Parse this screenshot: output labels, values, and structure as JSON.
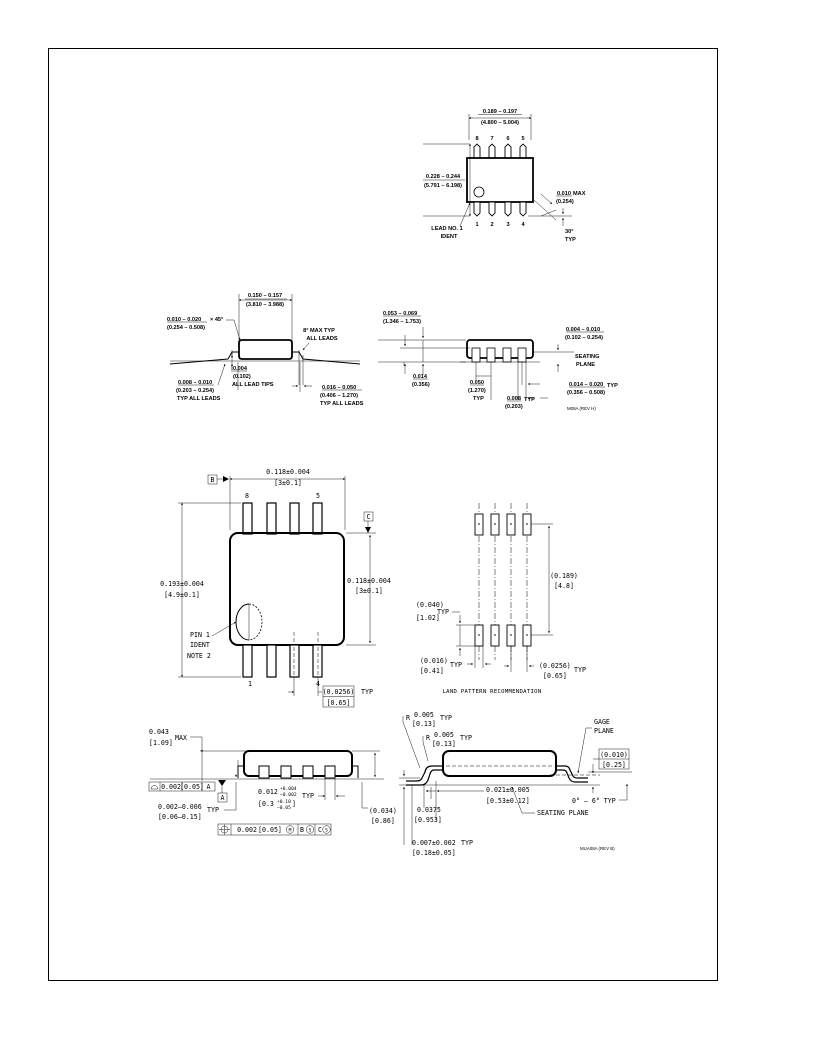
{
  "m08a": {
    "top": {
      "length": "0.189 – 0.197",
      "length_mm": "(4.800 – 5.004)",
      "width": "0.228 – 0.244",
      "width_mm": "(5.791 – 6.198)",
      "max_flash": "0.010",
      "max_word": "MAX",
      "max_flash_mm": "(0.254)",
      "lead_ident_1": "LEAD NO. 1",
      "lead_ident_2": "IDENT",
      "angle": "30°",
      "angle_typ": "TYP",
      "pins_top": [
        "8",
        "7",
        "6",
        "5"
      ],
      "pins_bottom": [
        "1",
        "2",
        "3",
        "4"
      ]
    },
    "side": {
      "chamfer": "0.010 – 0.020",
      "chamfer_x": "× 45°",
      "chamfer_mm": "(0.254 – 0.508)",
      "body": "0.150 – 0.157",
      "body_mm": "(3.810 – 3.988)",
      "angle_1": "8° MAX TYP",
      "angle_2": "ALL LEADS",
      "coplan": "0.004",
      "coplan_mm": "(0.102)",
      "coplan_note": "ALL LEAD TIPS",
      "lead_thk": "0.008 – 0.010",
      "lead_thk_mm": "(0.203 – 0.254)",
      "lead_thk_note": "TYP ALL LEADS",
      "foot": "0.016 – 0.050",
      "foot_mm": "(0.406 – 1.270)",
      "foot_note": "TYP ALL LEADS"
    },
    "front": {
      "height": "0.053 – 0.069",
      "height_mm": "(1.346 – 1.753)",
      "standoff": "0.004 – 0.010",
      "standoff_mm": "(0.102 – 0.254)",
      "seating_1": "SEATING",
      "seating_2": "PLANE",
      "shoulder": "0.014",
      "shoulder_mm": "(0.356)",
      "pitch": "0.050",
      "pitch_mm": "(1.270)",
      "pitch_typ": "TYP",
      "lead_w": "0.014 – 0.020",
      "lead_w_typ": "TYP",
      "lead_w_mm": "(0.356 – 0.508)",
      "gap": "0.008",
      "gap_typ": "TYP",
      "gap_mm": "(0.203)",
      "rev": "M08A (REV H)"
    }
  },
  "mua08a": {
    "top": {
      "datum_b": "B",
      "datum_c": "C",
      "width": "0.118±0.004",
      "width_mm": "[3±0.1]",
      "overall": "0.193±0.004",
      "overall_mm": "[4.9±0.1]",
      "body": "0.118±0.004",
      "body_mm": "[3±0.1]",
      "pin8": "8",
      "pin5": "5",
      "pin1": "1",
      "pin4": "4",
      "pin1_ident_1": "PIN 1",
      "pin1_ident_2": "IDENT",
      "pin1_ident_3": "NOTE 2",
      "pitch": "(0.0256)",
      "pitch_typ": "TYP",
      "pitch_mm": "[0.65]"
    },
    "land": {
      "span": "(0.189)",
      "span_mm": "[4.8]",
      "pad_len": "(0.040)",
      "pad_len_typ": "TYP",
      "pad_len_mm": "[1.02]",
      "pad_w": "(0.016)",
      "pad_w_typ": "TYP",
      "pad_w_mm": "[0.41]",
      "pitch": "(0.0256)",
      "pitch_typ": "TYP",
      "pitch_mm": "[0.65]",
      "caption": "LAND PATTERN RECOMMENDATION"
    },
    "side": {
      "height": "0.043",
      "height_max": "MAX",
      "height_mm": "[1.09]",
      "fcf_val": "0.002",
      "fcf_mm": "[0.05]",
      "fcf_datum": "A",
      "datum_a": "A",
      "lead_thk": "0.012",
      "lead_thk_tol_plus": "+0.004",
      "lead_thk_tol_minus": "−0.002",
      "lead_thk_typ": "TYP",
      "lead_thk_mm": "[0.3",
      "lead_thk_mm_plus": "+0.10",
      "lead_thk_mm_minus": "−0.05",
      "lead_thk_mm_close": "]",
      "standoff": "0.002–0.006",
      "standoff_typ": "TYP",
      "standoff_mm": "[0.06–0.15]",
      "body_h": "(0.034)",
      "body_h_mm": "[0.86]",
      "pos_val": "0.002",
      "pos_mm": "[0.05]",
      "pos_mod": "M",
      "pos_b": "B",
      "pos_s1": "S",
      "pos_c": "C",
      "pos_s2": "S"
    },
    "front": {
      "r1_prefix": "R",
      "r1": "0.005",
      "r1_typ": "TYP",
      "r1_mm": "[0.13]",
      "r2_prefix": "R",
      "r2": "0.005",
      "r2_typ": "TYP",
      "r2_mm": "[0.13]",
      "gage_1": "GAGE",
      "gage_2": "PLANE",
      "gage_val": "(0.010)",
      "gage_mm": "[0.25]",
      "foot": "0.021±0.005",
      "foot_mm": "[0.53±0.12]",
      "foot_len": "0.0375",
      "foot_len_mm": "[0.953]",
      "seating": "SEATING PLANE",
      "angle": "0° – 6° TYP",
      "lead_thk": "0.007±0.002",
      "lead_thk_typ": "TYP",
      "lead_thk_mm": "[0.18±0.05]",
      "rev": "MUA08A (REV B)"
    }
  }
}
